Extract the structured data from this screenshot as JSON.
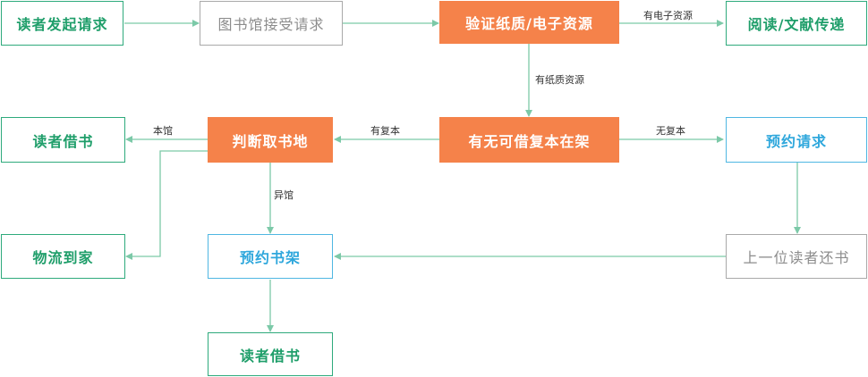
{
  "nodes": {
    "reader_request": "读者发起请求",
    "library_accept": "图书馆接受请求",
    "verify_resource": "验证纸质/电子资源",
    "read_deliver": "阅读/文献传递",
    "reader_borrow_top": "读者借书",
    "judge_location": "判断取书地",
    "copy_available": "有无可借复本在架",
    "reserve_request": "预约请求",
    "delivery_home": "物流到家",
    "reserve_shelf": "预约书架",
    "prev_reader_return": "上一位读者还书",
    "reader_borrow_bottom": "读者借书"
  },
  "edges": {
    "has_electronic": "有电子资源",
    "has_paper": "有纸质资源",
    "local_library": "本馆",
    "has_copy": "有复本",
    "no_copy": "无复本",
    "other_library": "异馆"
  },
  "colors": {
    "green": "#2eaa7c",
    "gray": "#a9a9a9",
    "orange": "#f5824a",
    "blue": "#4fb7e2",
    "arrow": "#7cc9a8"
  }
}
